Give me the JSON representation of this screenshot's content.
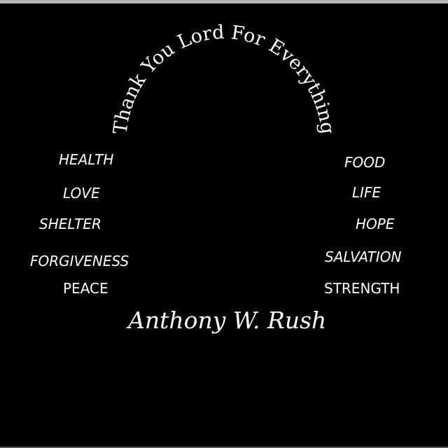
{
  "title": "Thank You Lord For Everything",
  "left_words": [
    "HEALTH",
    "LOVE",
    "SHELTER",
    "FORGIVENESS",
    "PEACE"
  ],
  "right_words": [
    "FOOD",
    "LIFE",
    "HOPE",
    "SALVATION",
    "STRENGTH"
  ],
  "author": "Anthony W. Rush"
}
